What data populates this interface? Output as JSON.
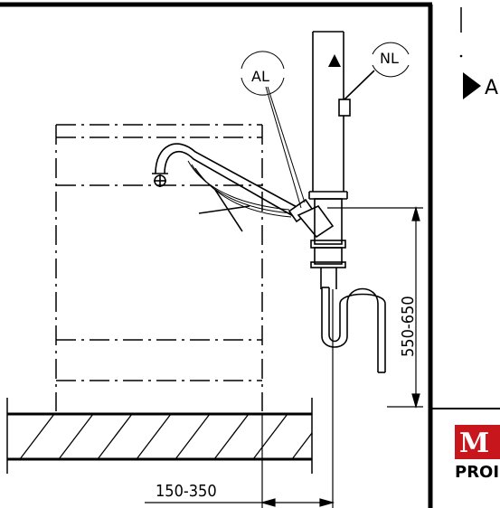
{
  "labels": {
    "air_valve": "AL",
    "non_return": "NL",
    "height_range": "550-650",
    "horizontal_range": "150-350"
  },
  "sidebar": {
    "marker_letter": "A"
  },
  "logo": {
    "mark": "M",
    "text": "PROI"
  },
  "colors": {
    "logo_red": "#c8161d",
    "line": "#000000"
  }
}
